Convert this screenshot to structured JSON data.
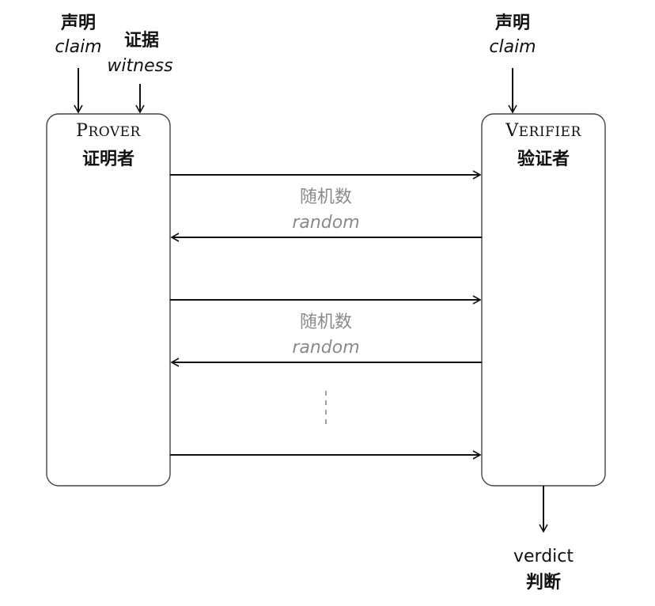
{
  "prover": {
    "title": "Prover",
    "title_zh": "证明者",
    "claim_zh": "声明",
    "claim_en": "claim",
    "witness_zh": "证据",
    "witness_en": "witness"
  },
  "verifier": {
    "title": "Verifier",
    "title_zh": "验证者",
    "claim_zh": "声明",
    "claim_en": "claim"
  },
  "rounds": [
    {
      "random_zh": "随机数",
      "random_en": "random"
    },
    {
      "random_zh": "随机数",
      "random_en": "random"
    }
  ],
  "output": {
    "verdict_en": "verdict",
    "verdict_zh": "判断"
  },
  "colors": {
    "line": "#111111",
    "label_gray": "#8a8a8a"
  }
}
